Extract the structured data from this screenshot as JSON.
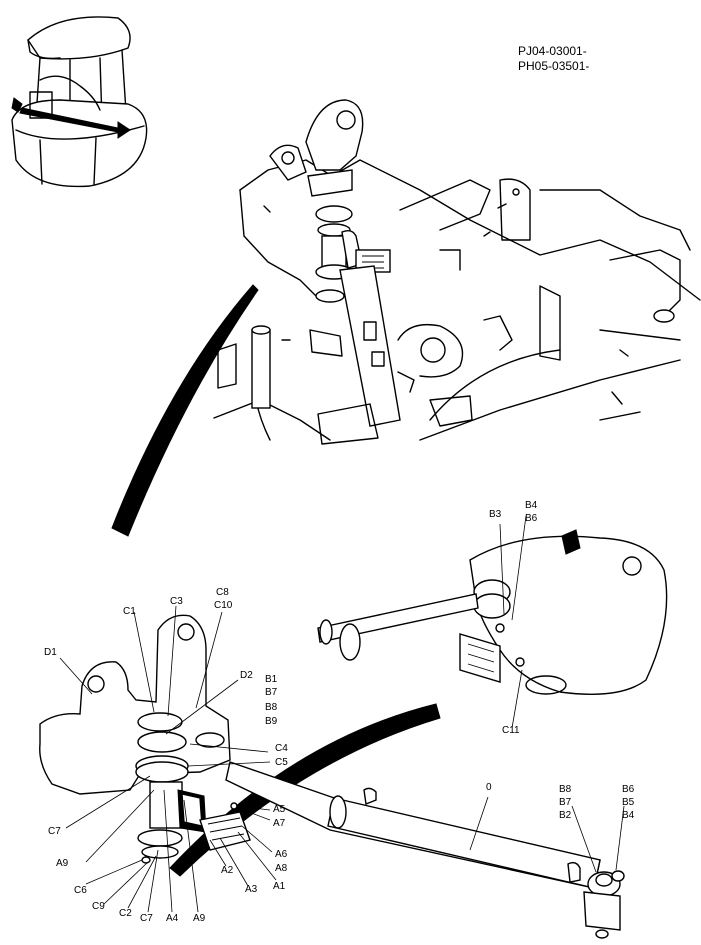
{
  "header": {
    "serial_line_1": "PJ04-03001-",
    "serial_line_2": "PH05-03501-"
  },
  "callouts": {
    "top_right_group": [
      "B3",
      "B4",
      "B6"
    ],
    "right_bottom": "C11",
    "cylinder": "0",
    "cylinder_end_left": [
      "B8",
      "B7",
      "B2"
    ],
    "cylinder_end_right": [
      "B6",
      "B5",
      "B4"
    ],
    "c3": "C3",
    "c8": "C8",
    "c10": "C10",
    "c1": "C1",
    "d1": "D1",
    "d2": "D2",
    "b1": "B1",
    "b7": "B7",
    "b8": "B8",
    "b9": "B9",
    "c4": "C4",
    "c5": "C5",
    "c7_left": "C7",
    "a5": "A5",
    "a7": "A7",
    "a9_left": "A9",
    "a6": "A6",
    "a8": "A8",
    "c6": "C6",
    "c9": "C9",
    "c2": "C2",
    "c7_bottom": "C7",
    "a4": "A4",
    "a9_bottom": "A9",
    "a2": "A2",
    "a3": "A3",
    "a1": "A1"
  }
}
